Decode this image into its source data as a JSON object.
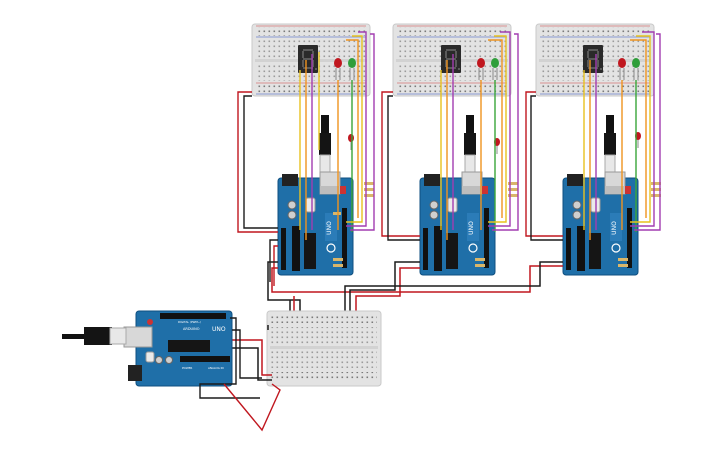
{
  "board_labels": {
    "uno_logo": "UNO",
    "arduino_text": "ARDUINO",
    "digital": "DIGITAL (PWM~)",
    "power": "POWER",
    "analog": "ANALOG IN"
  },
  "colors": {
    "background": "#ffffff",
    "breadboard": "#e3e3e3",
    "breadboard_hole": "#9a9a9a",
    "arduino": "#1f6fa8",
    "wire_red": "#c0171f",
    "wire_black": "#1c1c1c",
    "wire_yellow": "#e8c21f",
    "wire_orange": "#f0941f",
    "wire_purple": "#a23db0",
    "wire_green": "#3aa63a",
    "seven_seg_body": "#2a2a2a",
    "seven_seg_segment": "#5a5a5a",
    "led_red": "#c0171f",
    "led_green": "#2f9e3a",
    "usb_cable": "#111111"
  },
  "components": {
    "slave_stations": 3,
    "stations": [
      "station-1",
      "station-2",
      "station-3"
    ],
    "master": "master-arduino"
  }
}
